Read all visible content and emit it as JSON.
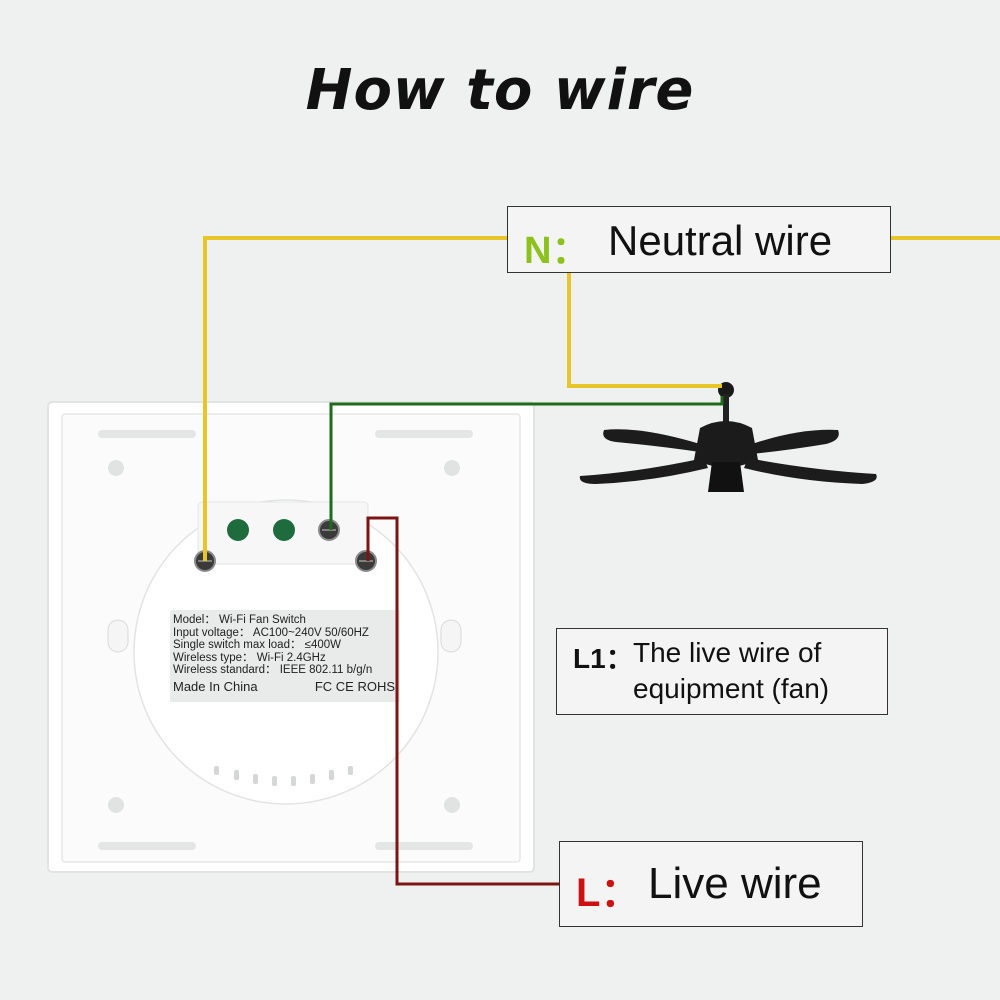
{
  "title": "How to wire",
  "legend": {
    "neutral": {
      "key": "N：",
      "text": "Neutral wire",
      "color": "#8cc11e"
    },
    "live_equipment": {
      "key": "L1：",
      "text": "The live wire of equipment (fan)"
    },
    "live": {
      "key": "L：",
      "text": "Live wire",
      "color": "#cf1010"
    }
  },
  "switch_label": {
    "model": "Model： Wi-Fi Fan Switch",
    "input_voltage": "Input voltage： AC100~240V  50/60HZ",
    "max_load": "Single switch max load： ≤400W",
    "wireless_type": "Wireless type： Wi-Fi 2.4GHz",
    "wireless_standard": "Wireless standard： IEEE 802.11 b/g/n",
    "made_in": "Made In China",
    "certifications": "FC CE ROHS"
  },
  "wire_colors": {
    "neutral": "#e8c62a",
    "equipment": "#1f6b1a",
    "live": "#7d1414"
  }
}
